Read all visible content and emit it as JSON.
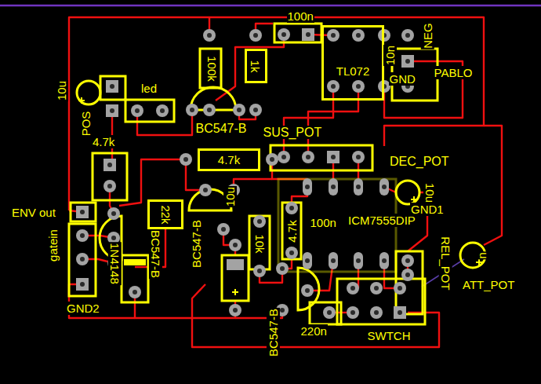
{
  "diagram": {
    "nodes": [
      {
        "text": [
          "1k"
        ]
      },
      {
        "text": [
          "TL072"
        ]
      },
      {
        "text": [
          "4.7k"
        ]
      },
      {
        "text": [
          "22k"
        ]
      }
    ],
    "labels": [
      "100n",
      "100k",
      "10n",
      "GND",
      "PABLO",
      "NEG",
      "10u",
      "led",
      "POS",
      "BC547-B",
      "SUS_POT",
      "4.7k",
      "DEC_POT",
      "10u",
      "GND1",
      "ENV out",
      "10u",
      "100n",
      "ICM7555DIP",
      "4.7k",
      "10k",
      "BC547-B",
      "BC547-B",
      "gatein",
      "1N4148",
      "REL_POT",
      "u",
      "ATT_POT",
      "GND2",
      "BC547-B",
      "220n",
      "SWTCH"
    ]
  }
}
